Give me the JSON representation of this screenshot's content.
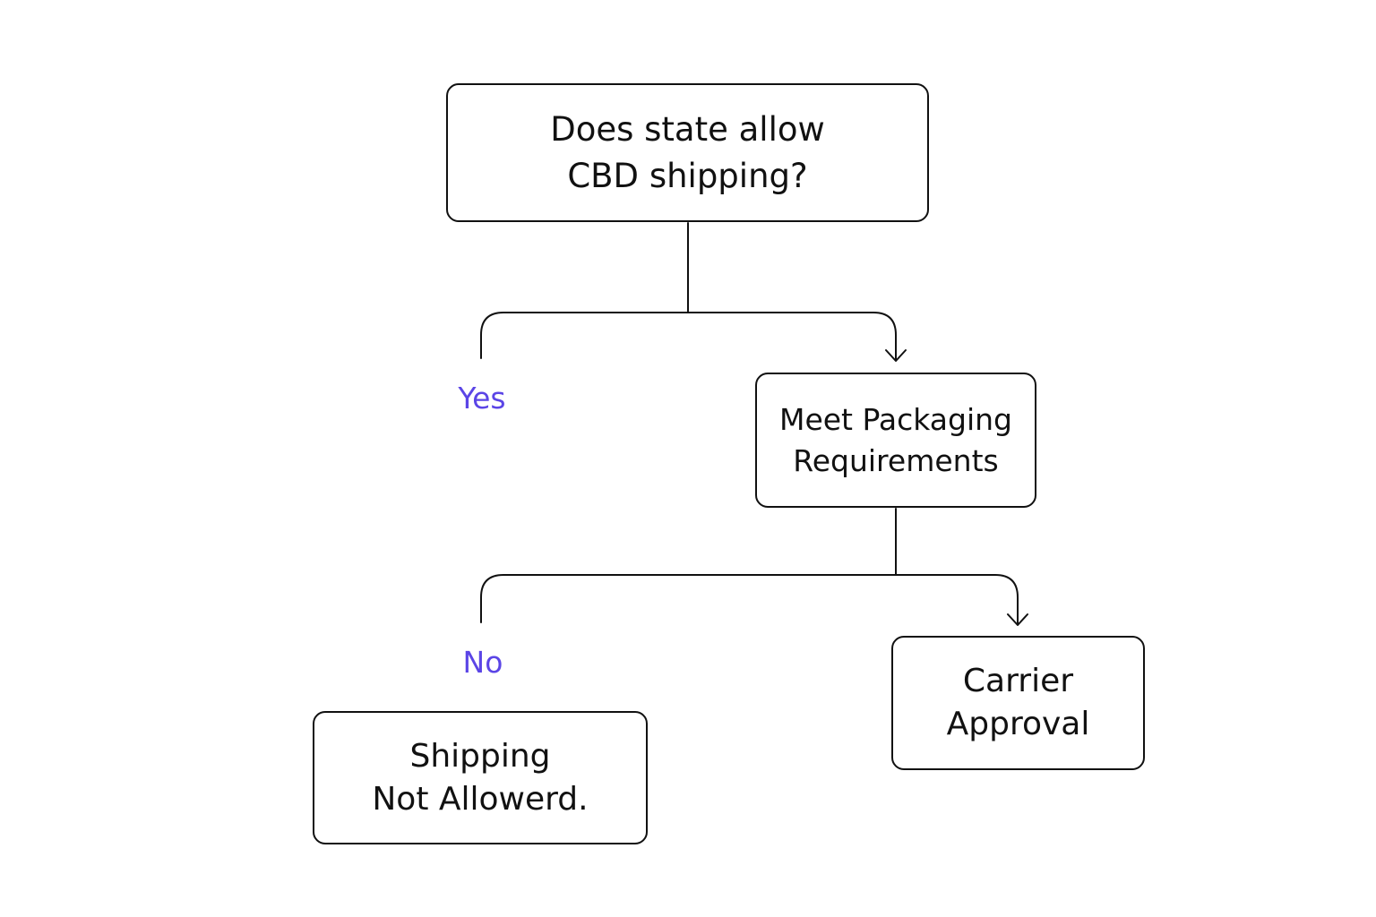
{
  "colors": {
    "line": "#111111",
    "text": "#111111",
    "branch_label": "#5b45e6",
    "background": "#ffffff"
  },
  "nodes": {
    "question": "Does state allow\nCBD shipping?",
    "packaging": "Meet Packaging\nRequirements",
    "carrier": "Carrier\nApproval",
    "not_allowed": "Shipping\nNot Allowerd."
  },
  "labels": {
    "yes": "Yes",
    "no": "No"
  }
}
